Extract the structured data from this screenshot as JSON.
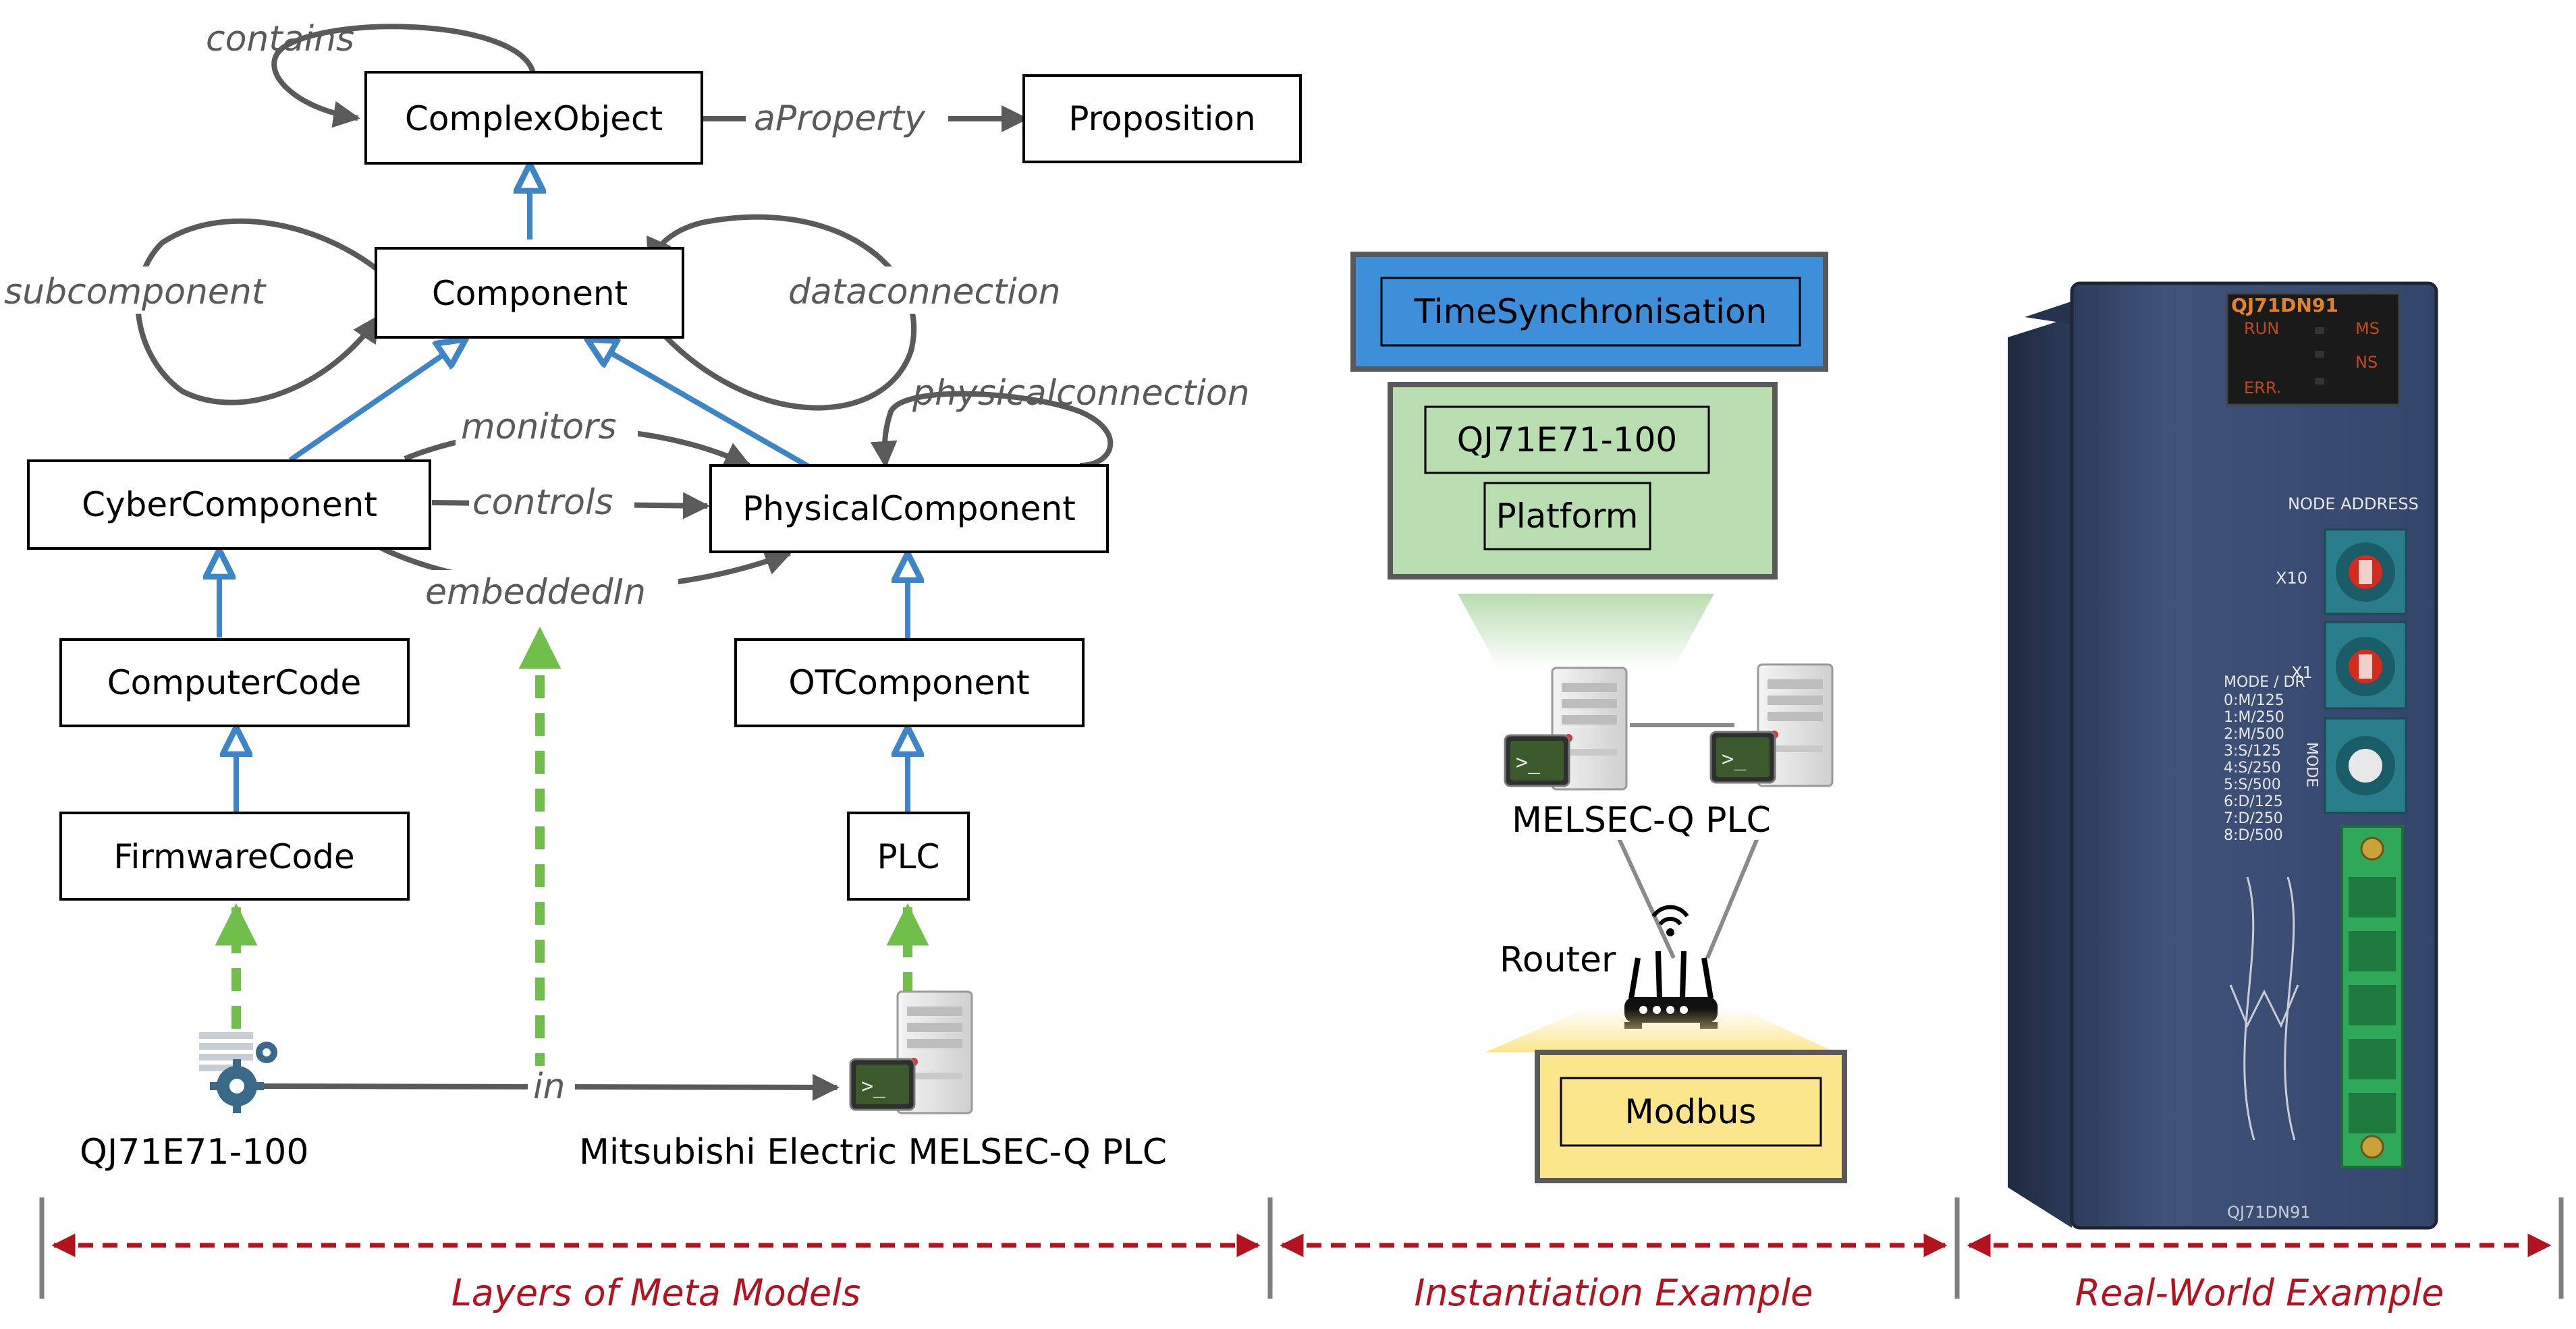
{
  "metamodel": {
    "nodes": {
      "complex_object": "ComplexObject",
      "proposition": "Proposition",
      "component": "Component",
      "cyber_component": "CyberComponent",
      "physical_component": "PhysicalComponent",
      "computer_code": "ComputerCode",
      "ot_component": "OTComponent",
      "firmware_code": "FirmwareCode",
      "plc": "PLC"
    },
    "edges": {
      "contains": "contains",
      "a_property": "aProperty",
      "subcomponent": "subcomponent",
      "dataconnection": "dataconnection",
      "physicalconnection": "physicalconnection",
      "monitors": "monitors",
      "controls": "controls",
      "embedded_in": "embeddedIn",
      "in": "in"
    },
    "instances": {
      "firmware_instance": "QJ71E71-100",
      "plc_instance": "Mitsubishi Electric MELSEC-Q PLC"
    },
    "colors": {
      "inheritance": "#3d85c6",
      "instantiation": "#6fbf4a",
      "relation": "#5a5a5a"
    }
  },
  "instantiation": {
    "time_sync": "TimeSynchronisation",
    "firmware": "QJ71E71-100",
    "platform": "Platform",
    "plc_label": "MELSEC-Q PLC",
    "router_label": "Router",
    "protocol": "Modbus",
    "colors": {
      "time_sync_fill": "#3d8fd9",
      "group_fill": "#b9dcb0",
      "modbus_fill": "#fbe68c"
    }
  },
  "real_world": {
    "module_model": "QJ71DN91",
    "led_run": "RUN",
    "led_ms": "MS",
    "led_ns": "NS",
    "led_err": "ERR.",
    "node_address": "NODE ADDRESS",
    "x10": "X10",
    "x1": "X1",
    "mode_title": "MODE / DR",
    "mode_rows": [
      "0:M/125",
      "1:M/250",
      "2:M/500",
      "3:S/125",
      "4:S/250",
      "5:S/500",
      "6:D/125",
      "7:D/250",
      "8:D/500"
    ],
    "mode_vertical": "MODE",
    "bottom_model": "QJ71DN91"
  },
  "sections": {
    "meta": "Layers of Meta Models",
    "instantiation": "Instantiation Example",
    "real_world": "Real-World Example",
    "color": "#b3121f"
  }
}
